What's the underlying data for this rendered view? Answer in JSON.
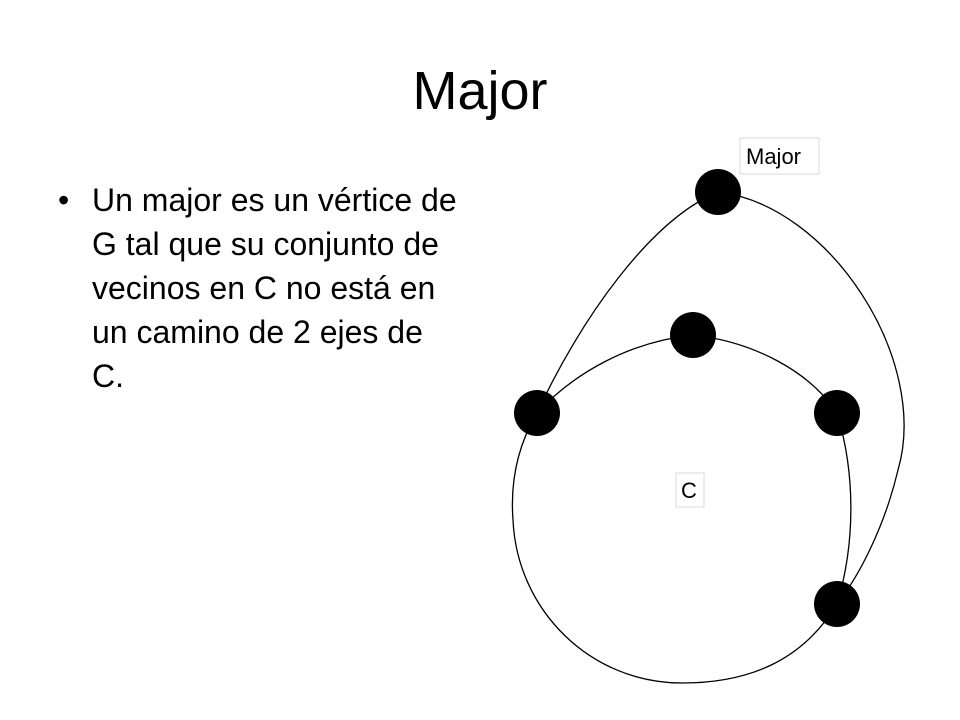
{
  "slide": {
    "title": "Major",
    "bullet_symbol": "•",
    "bullets": [
      "Un major es un vértice de G tal que su conjunto de vecinos en C no está en un camino de 2 ejes de C."
    ]
  },
  "diagram": {
    "labels": {
      "major": "Major",
      "cycle": "C"
    },
    "colors": {
      "vertex": "#000000",
      "edge": "#000000",
      "label_border": "#d8d8d8",
      "background": "#ffffff"
    }
  }
}
